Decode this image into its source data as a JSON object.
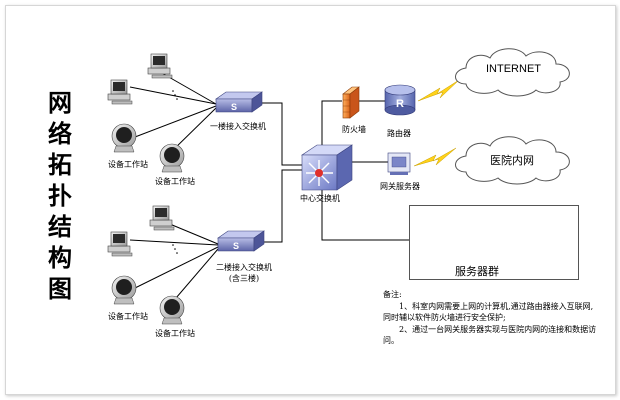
{
  "title_chars": [
    "网",
    "络",
    "拓",
    "扑",
    "结",
    "构",
    "图"
  ],
  "labels": {
    "workstation_1": "设备工作站",
    "workstation_2": "设备工作站",
    "workstation_3": "设备工作站",
    "workstation_4": "设备工作站",
    "switch_1": "一楼接入交换机",
    "switch_2_line1": "二楼接入交换机",
    "switch_2_line2": "(含三楼)",
    "core_switch": "中心交换机",
    "firewall": "防火墙",
    "router": "路由器",
    "gateway": "网关服务器",
    "internet": "INTERNET",
    "hospital_net": "医院内网",
    "server_cluster": "服务器群",
    "router_letter": "R",
    "switch_letter": "S"
  },
  "notes": {
    "title": "备注:",
    "item1": "1、科室内网需要上网的计算机,通过路由器接入互联网,同时辅以软件防火墙进行安全保护;",
    "item2": "2、通过一台网关服务器实现与医院内网的连接和数据访问。"
  },
  "colors": {
    "switch_blue": "#7d85c4",
    "core_blue": "#8e9ad8",
    "router_blue": "#6f7ec0",
    "firewall_orange": "#f08a2c",
    "lightning_yellow": "#ffd21a",
    "line_black": "#000000"
  }
}
